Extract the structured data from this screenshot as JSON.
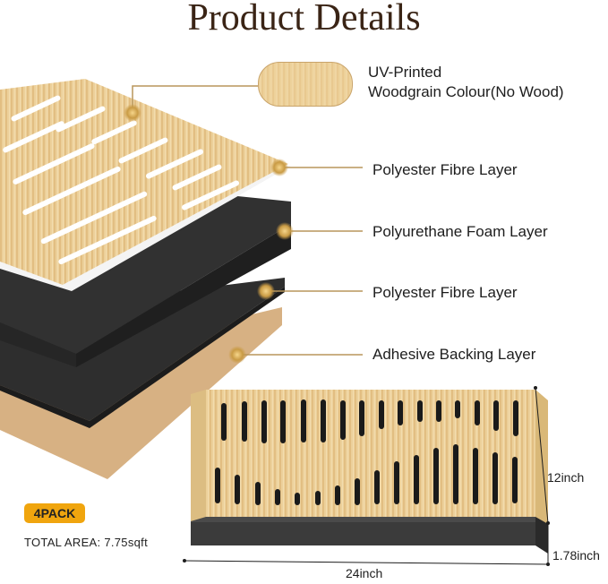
{
  "title": "Product Details",
  "layers": [
    {
      "label_line1": "UV-Printed",
      "label_line2": "Woodgrain Colour(No Wood)"
    },
    {
      "label": "Polyester Fibre Layer"
    },
    {
      "label": "Polyurethane Foam Layer"
    },
    {
      "label": "Polyester Fibre Layer"
    },
    {
      "label": "Adhesive Backing Layer"
    }
  ],
  "pack": {
    "badge": "4PACK",
    "total_area": "TOTAL AREA: 7.75sqft"
  },
  "dimensions": {
    "height": "12inch",
    "thickness": "1.78inch",
    "width": "24inch"
  },
  "colors": {
    "wood": "#e8c98f",
    "foam": "#2b2b2b",
    "backing": "#d4ad7c",
    "accent": "#f0a50e",
    "leader": "#b8965c"
  }
}
